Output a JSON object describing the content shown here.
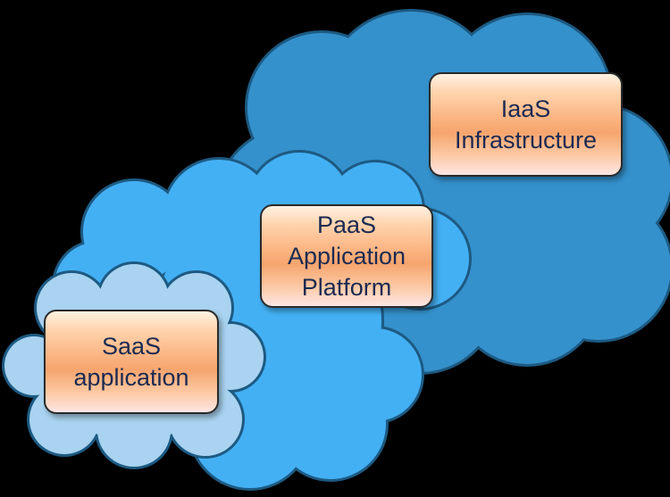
{
  "colors": {
    "background": "#000000",
    "iaas_cloud": "#3491cc",
    "paas_cloud": "#44b0f4",
    "saas_cloud": "#a9d3f0",
    "cloud_outline": "#1d5a82",
    "box_text": "#1c2a52"
  },
  "layers": [
    {
      "id": "iaas",
      "line1": "IaaS",
      "line2": "Infrastructure"
    },
    {
      "id": "paas",
      "line1": "PaaS",
      "line2": "Application",
      "line3": "Platform"
    },
    {
      "id": "saas",
      "line1": "SaaS",
      "line2": "application"
    }
  ]
}
